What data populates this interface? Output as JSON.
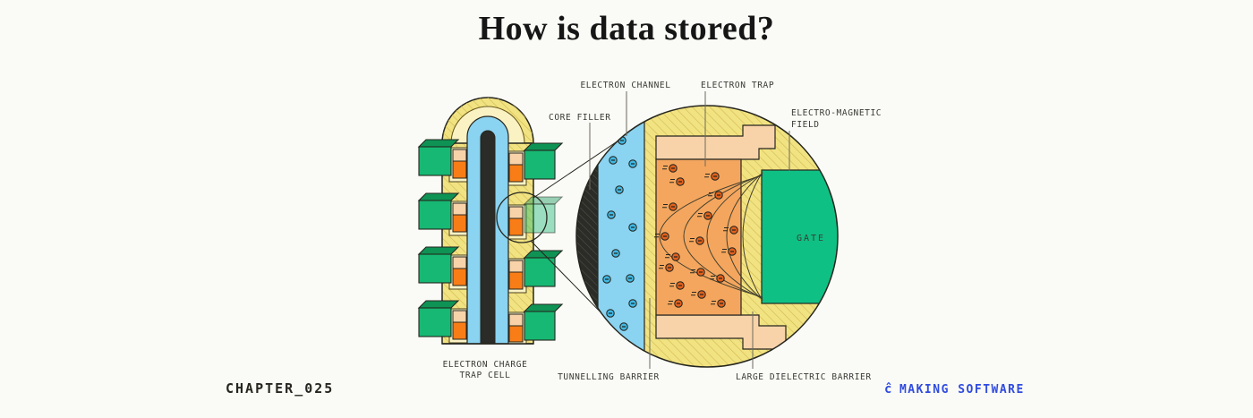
{
  "page": {
    "title": "How is data stored?",
    "chapter_label": "CHAPTER_025",
    "brand": {
      "icon_glyph": "ĉ",
      "label": "MAKING SOFTWARE"
    }
  },
  "diagram": {
    "labels": {
      "electron_channel": "ELECTRON CHANNEL",
      "electron_trap": "ELECTRON TRAP",
      "core_filler": "CORE FILLER",
      "em_field_line1": "ELECTRO-MAGNETIC",
      "em_field_line2": "FIELD",
      "gate": "GATE",
      "tunnelling_barrier": "TUNNELLING BARRIER",
      "large_dielectric_barrier": "LARGE DIELECTRIC BARRIER",
      "trap_cell_line1": "ELECTRON CHARGE",
      "trap_cell_line2": "TRAP CELL"
    },
    "colors": {
      "bg": "#FAFAF6",
      "ink": "#26261f",
      "title_ink": "#161616",
      "label": "#3b3b35",
      "leader": "#6b6b60",
      "yellow": "#F2E382",
      "yellow_light": "#FBF2C4",
      "hatch": "#D2BC54",
      "black_region": "#2B2B27",
      "hatch_dark": "#55544a",
      "blue": "#8AD3F1",
      "electron_blue": "#3FB9E4",
      "orange_trap": "#F4A65E",
      "orange_bright": "#F97D16",
      "peach": "#F8D3A9",
      "electron_orange": "#E2611C",
      "green": "#17B873",
      "green_dark": "#0E9355",
      "gate_green": "#0FC084",
      "brand_blue": "#2F4BE0"
    }
  }
}
